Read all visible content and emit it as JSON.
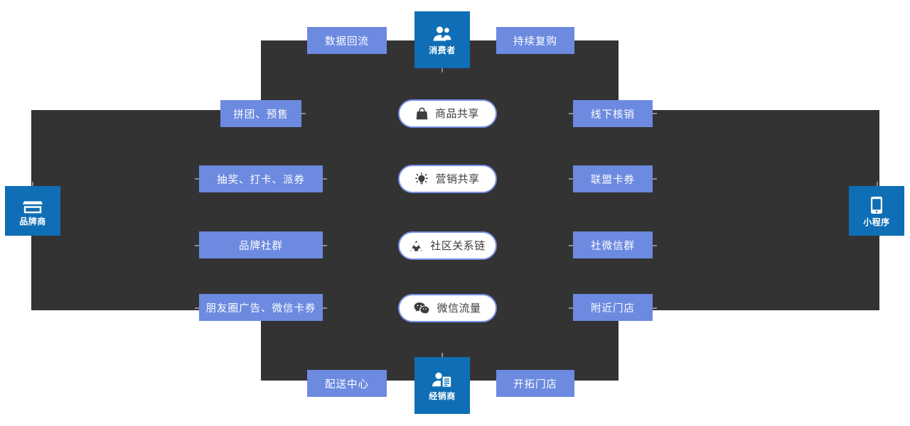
{
  "colors": {
    "backdrop": "#333333",
    "node": "#0f6eb5",
    "chip": "#6c8ae0",
    "capsule_border": "#7a90e8",
    "capsule_bg": "#ffffff",
    "capsule_text": "#3d3d3d",
    "page_bg": "#ffffff"
  },
  "nodes": {
    "consumer": {
      "label": "消费者",
      "icon": "users-icon"
    },
    "dealer": {
      "label": "经销商",
      "icon": "dealer-person-document-icon"
    },
    "brand": {
      "label": "品牌商",
      "icon": "storefront-icon"
    },
    "miniapp": {
      "label": "小程序",
      "icon": "mobile-phone-icon"
    }
  },
  "top_chips": [
    {
      "label": "数据回流"
    },
    {
      "label": "持续复购"
    }
  ],
  "bottom_chips": [
    {
      "label": "配送中心"
    },
    {
      "label": "开拓门店"
    }
  ],
  "left_chips": [
    {
      "label": "拼团、预售"
    },
    {
      "label": "抽奖、打卡、派券"
    },
    {
      "label": "品牌社群"
    },
    {
      "label": "朋友圈广告、微信卡券"
    }
  ],
  "right_chips": [
    {
      "label": "线下核销"
    },
    {
      "label": "联盟卡券"
    },
    {
      "label": "社微信群"
    },
    {
      "label": "附近门店"
    }
  ],
  "center_capsules": [
    {
      "label": "商品共享",
      "icon": "shopping-bag-icon"
    },
    {
      "label": "营销共享",
      "icon": "lightbulb-idea-icon"
    },
    {
      "label": "社区关系链",
      "icon": "relationship-network-icon"
    },
    {
      "label": "微信流量",
      "icon": "wechat-icon"
    }
  ]
}
